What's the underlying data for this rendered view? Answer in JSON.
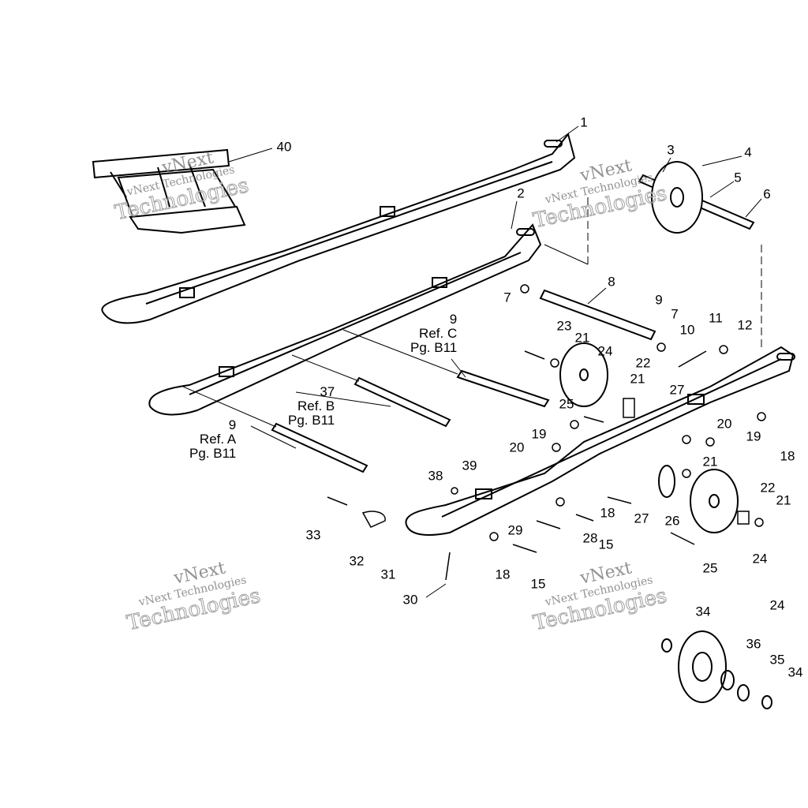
{
  "diagram": {
    "callouts": [
      "1",
      "40",
      "3",
      "4",
      "5",
      "6",
      "2",
      "8",
      "7",
      "9",
      "7",
      "23",
      "21",
      "11",
      "10",
      "12",
      "24",
      "22",
      "21",
      "27",
      "25",
      "19",
      "20",
      "19",
      "18",
      "20",
      "21",
      "39",
      "38",
      "22",
      "21",
      "18",
      "26",
      "27",
      "33",
      "29",
      "28",
      "15",
      "32",
      "31",
      "18",
      "24",
      "25",
      "15",
      "30",
      "24",
      "34",
      "36",
      "35",
      "34"
    ],
    "references": [
      {
        "num": "9",
        "ref": "Ref. C",
        "page": "Pg. B11"
      },
      {
        "num": "37",
        "ref": "Ref. B",
        "page": "Pg. B11"
      },
      {
        "num": "9",
        "ref": "Ref. A",
        "page": "Pg. B11"
      }
    ],
    "watermark": {
      "line1": "vNext",
      "line2": "vNext Technologies",
      "line3": "Technologies"
    }
  }
}
